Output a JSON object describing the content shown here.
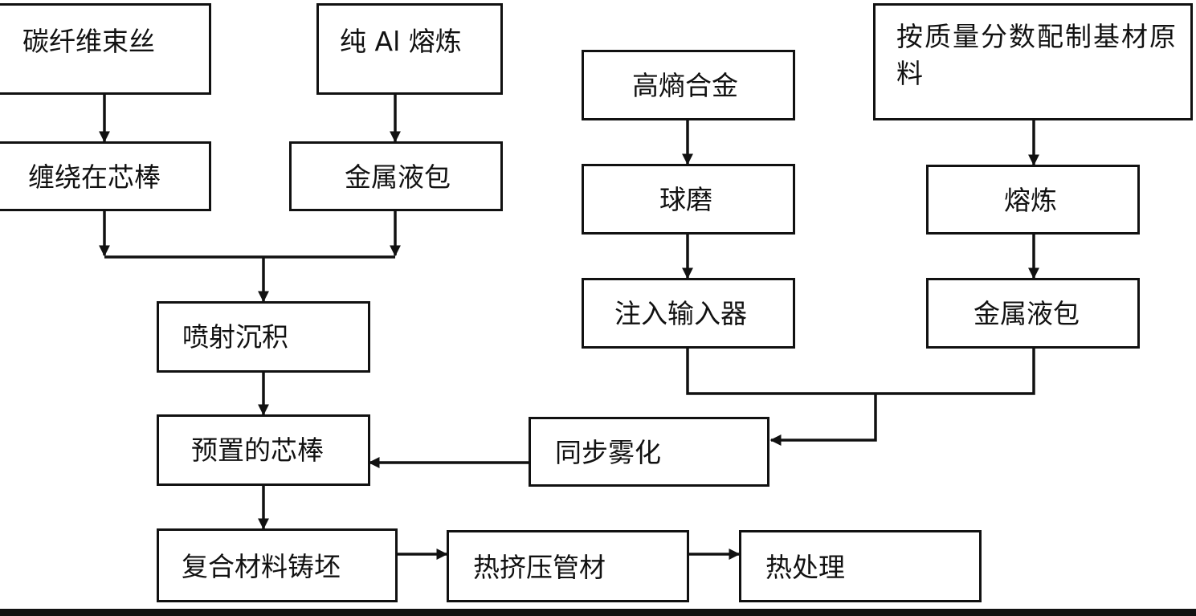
{
  "nodes": {
    "carbon_fiber": "碳纤维束丝",
    "wind_on_mandrel": "缠绕在芯棒",
    "pure_al_melting": "纯 Al 熔炼",
    "metal_ladle_left": "金属液包",
    "spray_deposition": "喷射沉积",
    "preset_mandrel": "预置的芯棒",
    "composite_billet": "复合材料铸坯",
    "hot_extrusion_tube": "热挤压管材",
    "heat_treatment": "热处理",
    "high_entropy_alloy": "高熵合金",
    "ball_milling": "球磨",
    "inject_into_feeder": "注入输入器",
    "prepare_raw_materials": "按质量分数配制基材原料",
    "melting": "熔炼",
    "metal_ladle_right": "金属液包",
    "sync_atomization": "同步雾化"
  },
  "colors": {
    "stroke": "#111111",
    "fill": "#ffffff"
  }
}
